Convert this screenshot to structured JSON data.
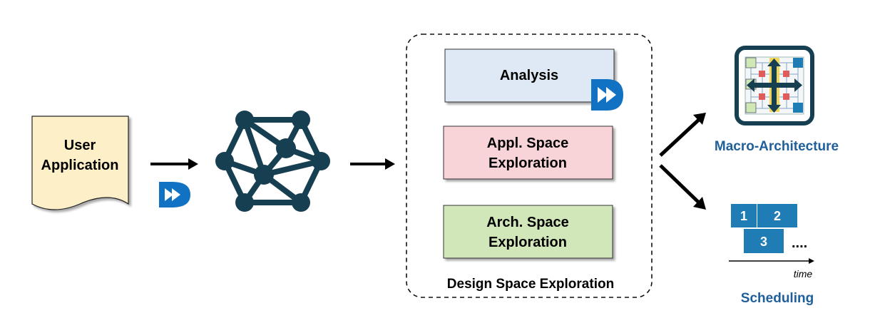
{
  "user_app": {
    "line1": "User",
    "line2": "Application"
  },
  "dse": {
    "title": "Design Space Exploration",
    "analysis": "Analysis",
    "appl_line1": "Appl. Space",
    "appl_line2": "Exploration",
    "arch_line1": "Arch. Space",
    "arch_line2": "Exploration"
  },
  "outputs": {
    "macro_label": "Macro-Architecture",
    "scheduling_label": "Scheduling",
    "blocks": [
      "1",
      "2",
      "3"
    ],
    "ellipsis": "....",
    "time_label": "time"
  },
  "colors": {
    "doc_fill": "#fdf0c8",
    "analysis_fill": "#dfe9f5",
    "appl_fill": "#f8d3d8",
    "arch_fill": "#d1e6b9",
    "graph_navy": "#173f52",
    "brand_blue": "#1172c4",
    "block_blue": "#1f7cb5",
    "label_blue": "#1f5f9a"
  },
  "icons": [
    "document-icon",
    "graph-network-icon",
    "tool-logo-icon",
    "macro-architecture-icon",
    "arrow-icon"
  ]
}
